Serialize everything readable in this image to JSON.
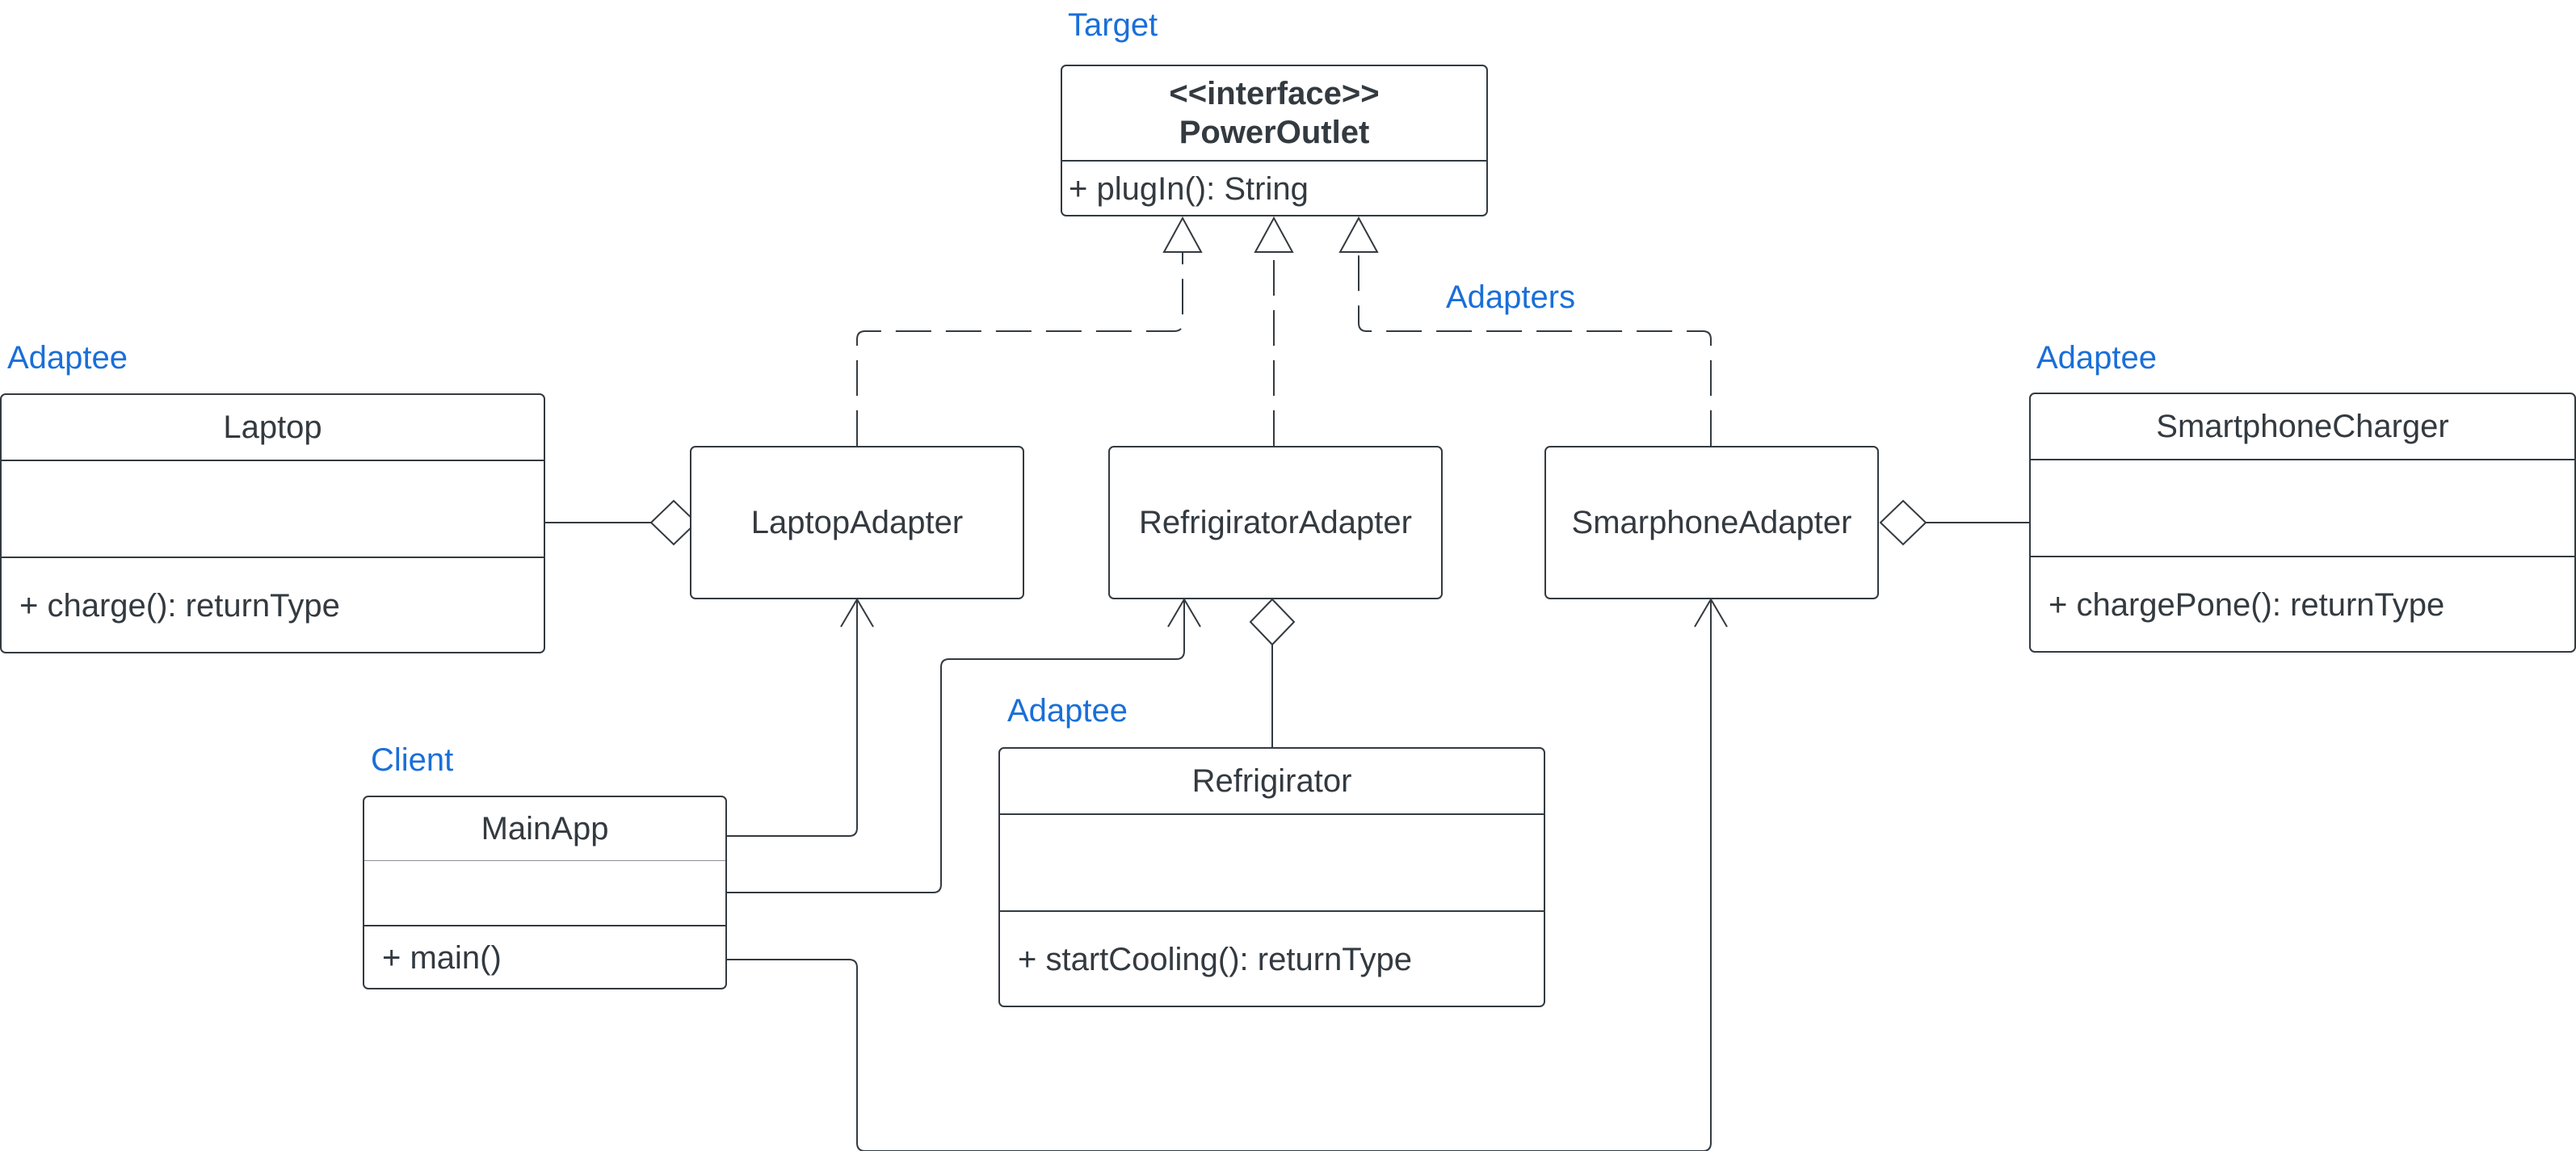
{
  "labels": {
    "target": "Target",
    "adapters": "Adapters",
    "adaptee_left": "Adaptee",
    "adaptee_right": "Adaptee",
    "adaptee_bottom": "Adaptee",
    "client": "Client"
  },
  "power_outlet": {
    "stereotype": "<<interface>>",
    "name": "PowerOutlet",
    "method": "+ plugIn(): String"
  },
  "laptop": {
    "name": "Laptop",
    "method": "+ charge(): returnType"
  },
  "smartphone_charger": {
    "name": "SmartphoneCharger",
    "method": "+ chargePone(): returnType"
  },
  "refrigirator": {
    "name": "Refrigirator",
    "method": "+ startCooling(): returnType"
  },
  "main_app": {
    "name": "MainApp",
    "method": "+ main()"
  },
  "adapters": {
    "laptop": "LaptopAdapter",
    "refrigirator": "RefrigiratorAdapter",
    "smartphone": "SmarphoneAdapter"
  },
  "colors": {
    "stroke": "#333a40",
    "label": "#1a6fd8",
    "background": "#ffffff"
  }
}
